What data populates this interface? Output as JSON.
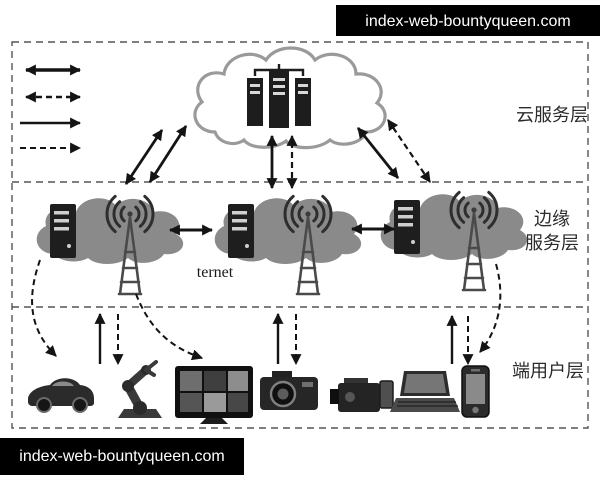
{
  "watermarks": {
    "top": "index-web-bountyqueen.com",
    "bottom": "index-web-bountyqueen.com"
  },
  "layer_labels": {
    "cloud_service": "云服务层",
    "edge_service_line1": "边缘",
    "edge_service_line2": "服务层",
    "end_user": "端用户层"
  },
  "annotations": {
    "internet": "ternet"
  },
  "legend": {
    "items": [
      "solid-double-arrow",
      "dashed-double-arrow",
      "solid-single-arrow",
      "dashed-single-arrow"
    ]
  },
  "devices": [
    "car",
    "robot-arm",
    "smart-tv",
    "camera",
    "camcorder",
    "laptop",
    "smartphone"
  ],
  "colors": {
    "background": "#ffffff",
    "watermark_bg": "#000000",
    "watermark_text": "#ffffff",
    "cloud_gray": "#8a8a8a",
    "line_color": "#141414",
    "device_dark": "#2b2b2b"
  }
}
